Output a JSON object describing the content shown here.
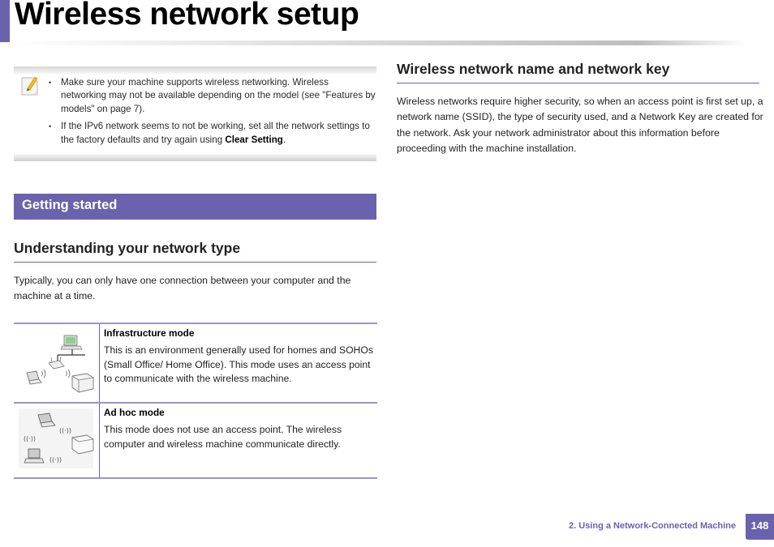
{
  "header": {
    "title": "Wireless network setup",
    "accent_color": "#6b62ad"
  },
  "note": {
    "icon": "note-pencil-icon",
    "items": [
      {
        "text": "Make sure your machine supports wireless networking. Wireless networking may not be available depending on the model (see \"Features by models\" on page 7)."
      },
      {
        "text_before": "If the IPv6 network seems to not be working, set all the network settings to the factory defaults and try again using ",
        "bold": "Clear Setting",
        "text_after": "."
      }
    ]
  },
  "section": {
    "label": "Getting started"
  },
  "network_type": {
    "heading": "Understanding your network type",
    "intro": "Typically, you can only have one connection between your computer and the machine at a time.",
    "modes": [
      {
        "icon": "infrastructure-network-illustration",
        "title": "Infrastructure mode",
        "description": "This is an environment generally used for homes and SOHOs (Small Office/ Home Office). This mode uses an access point to communicate with the wireless machine."
      },
      {
        "icon": "adhoc-network-illustration",
        "title": "Ad hoc mode",
        "description": "This mode does not use an access point. The wireless computer and wireless machine communicate directly."
      }
    ]
  },
  "network_key": {
    "heading": "Wireless network name and network key",
    "body": "Wireless networks require higher security, so when an access point is first set up, a network name (SSID), the type of security used, and a Network Key are created for the network. Ask your network administrator about this information before proceeding with the machine installation."
  },
  "footer": {
    "chapter": "2.  Using a Network-Connected Machine",
    "page_number": "148"
  }
}
